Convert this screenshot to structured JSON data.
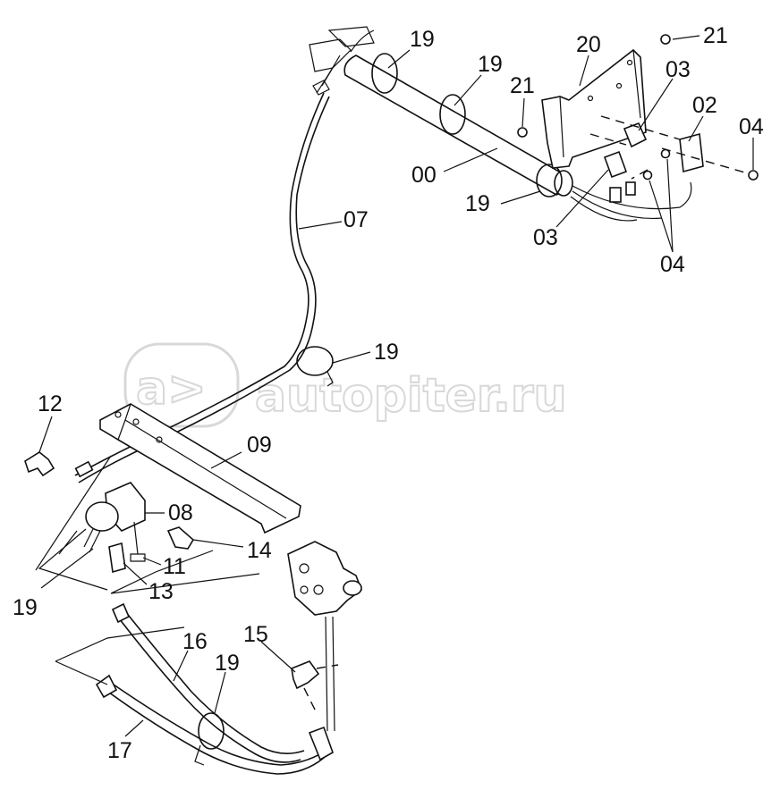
{
  "watermark": {
    "logo_text": "a>",
    "site_text": "autopiter.ru"
  },
  "callouts": [
    "19",
    "19",
    "20",
    "21",
    "21",
    "03",
    "02",
    "04",
    "00",
    "19",
    "03",
    "04",
    "07",
    "19",
    "12",
    "09",
    "08",
    "14",
    "11",
    "13",
    "19",
    "15",
    "16",
    "19",
    "17"
  ]
}
